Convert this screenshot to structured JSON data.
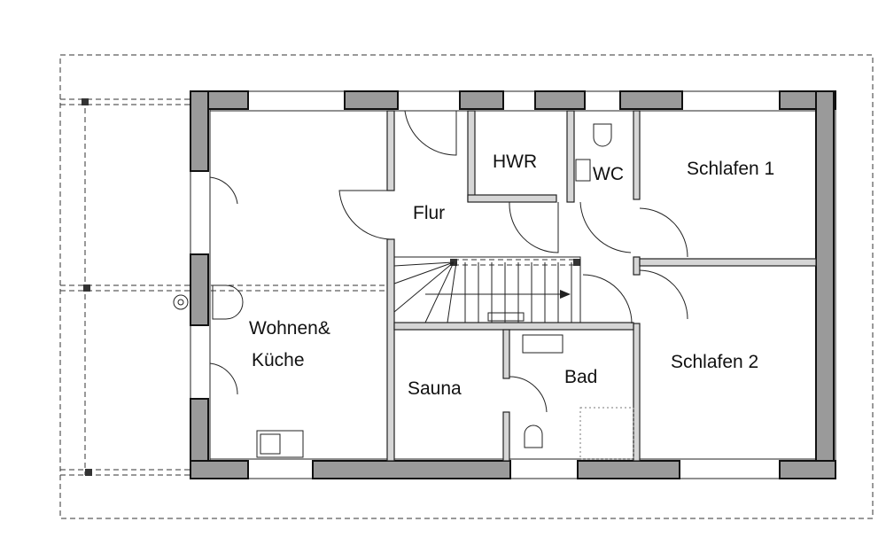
{
  "plan": {
    "rooms": {
      "hwr": "HWR",
      "wc": "WC",
      "schlafen1": "Schlafen 1",
      "flur": "Flur",
      "wohnen": "Wohnen&",
      "kueche": "Küche",
      "sauna": "Sauna",
      "bad": "Bad",
      "schlafen2": "Schlafen 2"
    }
  }
}
